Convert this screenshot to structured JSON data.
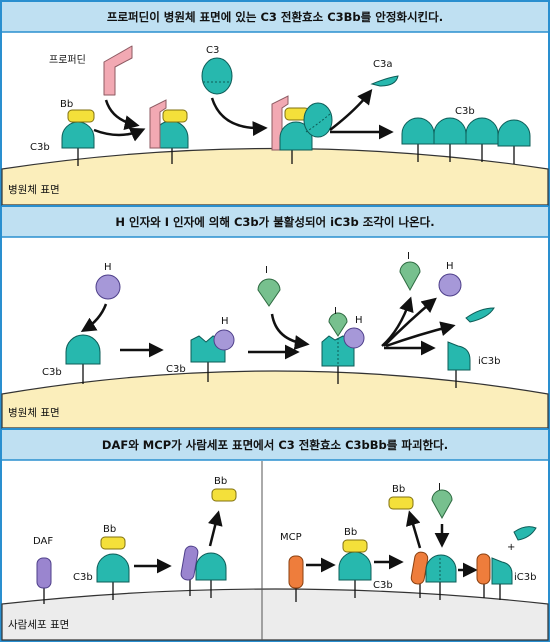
{
  "panels": [
    {
      "title": "프로퍼딘이 병원체 표면에 있는 C3 전환효소 C3Bb를 안정화시킨다.",
      "surface": "병원체 표면",
      "labels": {
        "properdin": "프로퍼딘",
        "bb": "Bb",
        "c3b": "C3b",
        "c3": "C3",
        "c3a": "C3a",
        "c3b_row": "C3b"
      }
    },
    {
      "title": "H 인자와 I 인자에 의해 C3b가 불활성되어 iC3b 조각이 나온다.",
      "surface": "병원체 표면",
      "labels": {
        "h1": "H",
        "c3b1": "C3b",
        "h2": "H",
        "c3b2": "C3b",
        "i1": "I",
        "i2": "I",
        "h3": "H",
        "i3": "I",
        "h4": "H",
        "ic3b": "iC3b"
      }
    },
    {
      "title": "DAF와 MCP가 사람세포 표면에서 C3 전환효소 C3bBb를 파괴한다.",
      "surface": "사람세포 표면",
      "labels": {
        "daf": "DAF",
        "bb1": "Bb",
        "c3b1": "C3b",
        "bb2": "Bb",
        "mcp": "MCP",
        "bb3": "Bb",
        "c3b2": "C3b",
        "bb4": "Bb",
        "i": "I",
        "plus": "+",
        "ic3b": "iC3b"
      }
    }
  ],
  "colors": {
    "header_bg": "#bfe0f2",
    "border": "#2a8fcf",
    "pathogen_surface": "#fbeebb",
    "human_surface": "#ececec",
    "c3b": "#27b8ae",
    "bb": "#f4e03a",
    "properdin": "#f2a9b3",
    "factor_h": "#a698d8",
    "factor_i": "#77c08e",
    "daf": "#9a85cf",
    "mcp": "#ee7d3c"
  }
}
